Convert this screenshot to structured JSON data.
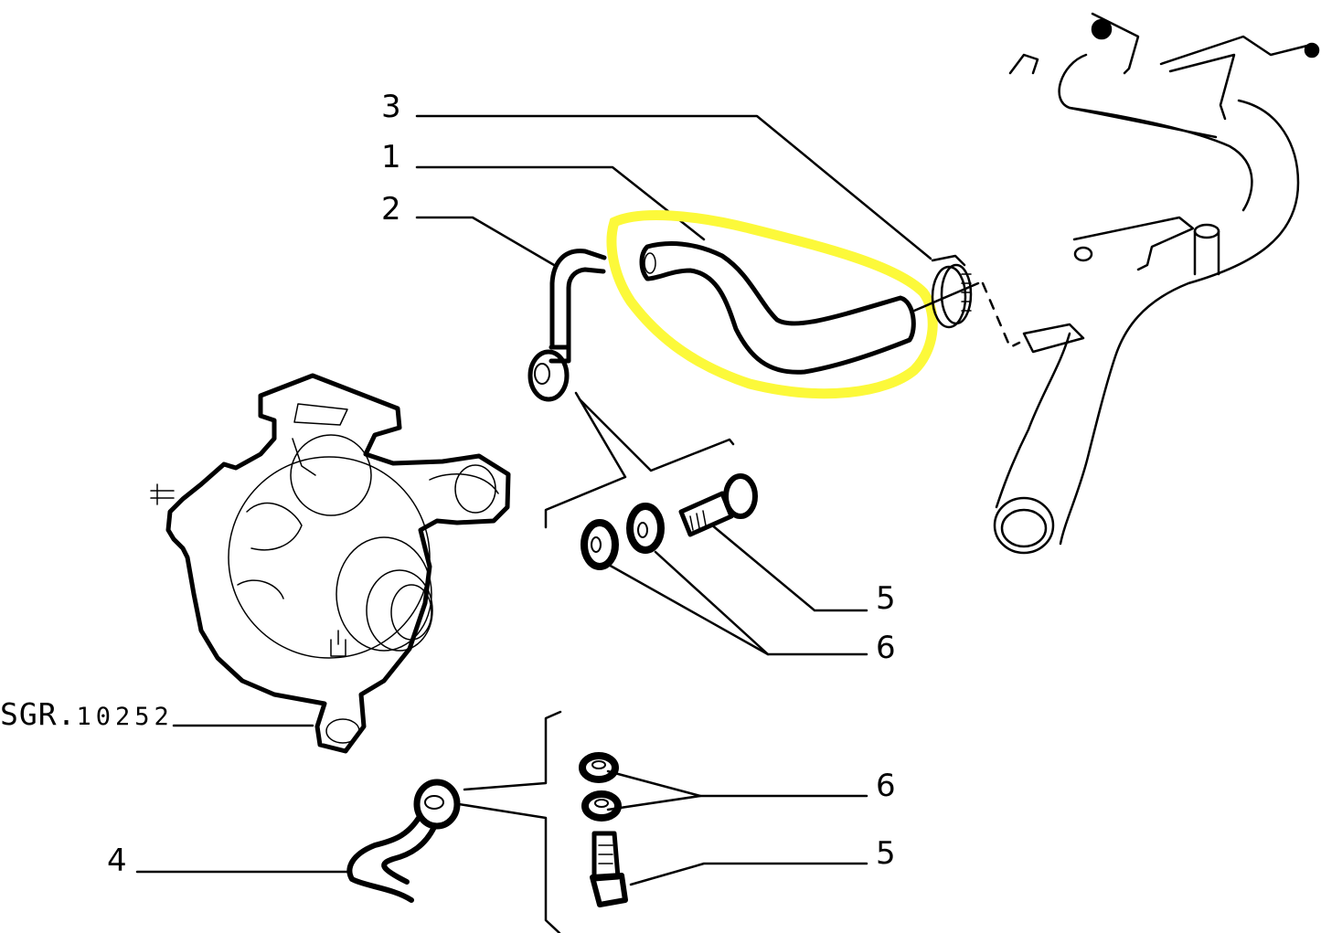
{
  "diagram": {
    "reference_code": {
      "prefix": "SGR.",
      "number": "10252"
    },
    "highlight_color": "#fcf93a",
    "line_color": "#000000",
    "background": "#ffffff",
    "callouts": [
      {
        "id": "c3-top",
        "label": "3",
        "part": "hose-clamp"
      },
      {
        "id": "c1-top",
        "label": "1",
        "part": "coolant-hose (highlighted)"
      },
      {
        "id": "c2-top",
        "label": "2",
        "part": "pipe-with-banjo-fitting"
      },
      {
        "id": "c5-mid",
        "label": "5",
        "part": "banjo-bolt"
      },
      {
        "id": "c6-mid",
        "label": "6",
        "part": "sealing-washers"
      },
      {
        "id": "c6-bot",
        "label": "6",
        "part": "sealing-washers"
      },
      {
        "id": "c4-bot",
        "label": "4",
        "part": "return-pipe-with-banjo-fitting"
      },
      {
        "id": "c5-bot",
        "label": "5",
        "part": "banjo-bolt"
      }
    ],
    "components": [
      "turbocharger",
      "coolant-manifold-pipe",
      "coolant-hose",
      "hose-clamp",
      "banjo-pipe",
      "banjo-bolt",
      "sealing-washer",
      "return-pipe"
    ]
  }
}
